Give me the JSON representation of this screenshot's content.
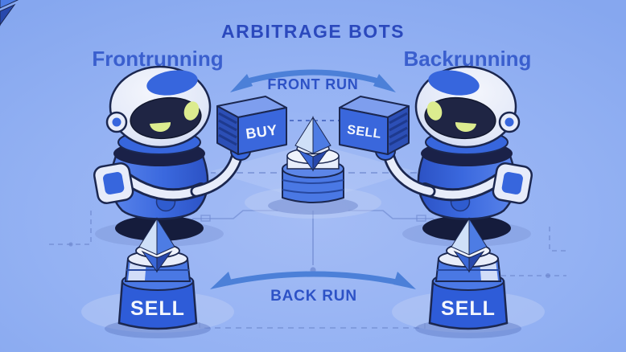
{
  "title": "ARBITRAGE BOTS",
  "bots": {
    "left": {
      "label": "Frontrunning",
      "hand_box": "BUY",
      "pedestal_box": "SELL"
    },
    "right": {
      "label": "Backrunning",
      "hand_box": "SELL",
      "pedestal_box": "SELL"
    }
  },
  "flows": {
    "top": "FRONT RUN",
    "bottom": "BACK RUN"
  },
  "icons": {
    "center_token": "ethereum-icon",
    "left_token": "ethereum-icon",
    "right_token": "ethereum-icon"
  },
  "colors": {
    "background": "#8fb0f3",
    "robot_blue": "#3a67dc",
    "dark_navy": "#1b2750",
    "title_text": "#2b49bd",
    "label_text": "#3a5fce",
    "run_text": "#2d52c6",
    "arrow_blue": "#4c80d8",
    "box_text": "#f4f7fd",
    "eye_green": "#dcec8f"
  }
}
